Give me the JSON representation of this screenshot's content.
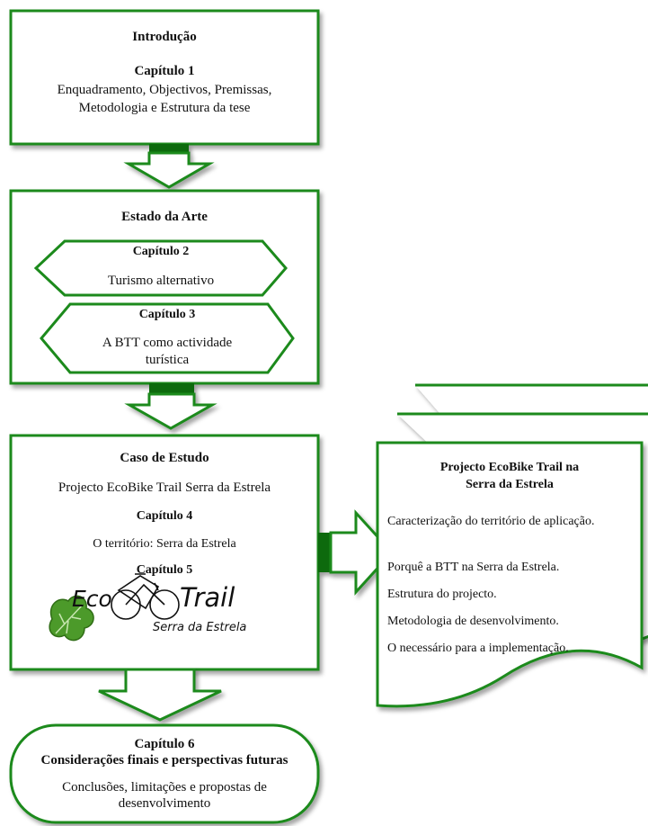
{
  "colors": {
    "green": "#1c8a1c",
    "dark_green": "#0f6b0f",
    "leaf": "#4c9a2a"
  },
  "intro": {
    "title": "Introdução",
    "chapter": "Capítulo 1",
    "text1": "Enquadramento, Objectivos, Premissas,",
    "text2": "Metodologia e Estrutura da tese"
  },
  "state_of_art": {
    "title": "Estado da Arte",
    "ch2": {
      "chapter": "Capítulo 2",
      "text": "Turismo alternativo"
    },
    "ch3": {
      "chapter": "Capítulo 3",
      "text1": "A BTT como actividade",
      "text2": "turística"
    }
  },
  "case_study": {
    "title": "Caso de Estudo",
    "project": "Projecto EcoBike Trail Serra da Estrela",
    "ch4": "Capítulo 4",
    "ch4_text": "O território: Serra da Estrela",
    "ch5": "Capítulo 5",
    "logo": {
      "eco": "Eco",
      "trail": "Trail",
      "sub": "Serra da Estrela",
      "icon": "bicycle-leaf-logo"
    }
  },
  "conclusion": {
    "chapter": "Capítulo 6",
    "title": "Considerações finais e perspectivas futuras",
    "text1": "Conclusões, limitações e propostas de",
    "text2": "desenvolvimento"
  },
  "document": {
    "title1": "Projecto EcoBike Trail na",
    "title2": "Serra da Estrela",
    "items": [
      "Caracterização do território de aplicação.",
      "Porquê a BTT na Serra da Estrela.",
      "Estrutura do projecto.",
      "Metodologia de desenvolvimento.",
      "O necessário para a implementação."
    ]
  }
}
